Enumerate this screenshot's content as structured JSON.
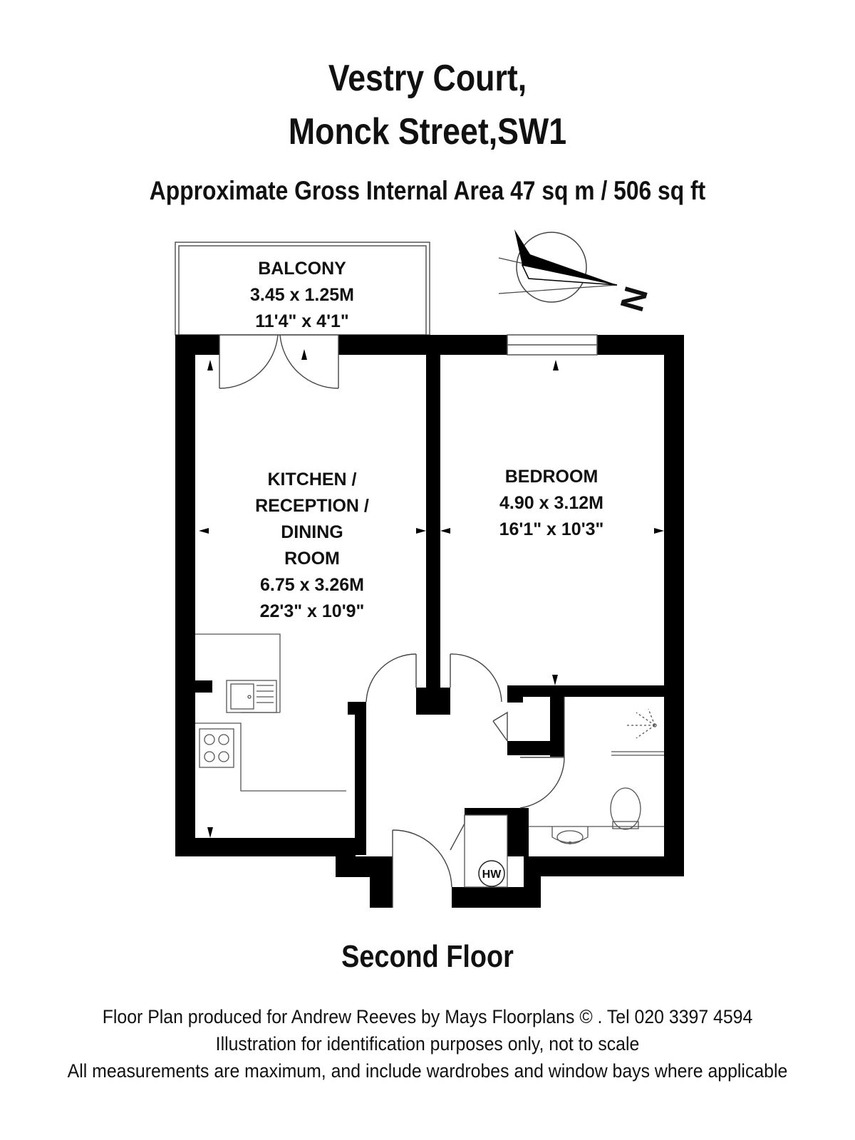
{
  "header": {
    "title_line1": "Vestry Court,",
    "title_line2": "Monck Street,SW1",
    "area": "Approximate Gross Internal Area 47 sq m  /  506 sq ft"
  },
  "compass": {
    "north_label": "N"
  },
  "rooms": {
    "balcony": {
      "name": "BALCONY",
      "metric": "3.45 x 1.25M",
      "imperial": "11'4\" x 4'1\""
    },
    "kitchen": {
      "name_line1": "KITCHEN /",
      "name_line2": "RECEPTION /",
      "name_line3": "DINING",
      "name_line4": "ROOM",
      "metric": "6.75 x 3.26M",
      "imperial": "22'3\" x 10'9\""
    },
    "bedroom": {
      "name": "BEDROOM",
      "metric": "4.90 x 3.12M",
      "imperial": "16'1\" x 10'3\""
    },
    "cupboard": {
      "label": "HW"
    }
  },
  "floor_label": "Second Floor",
  "footer": {
    "line1": "Floor Plan produced for Andrew Reeves by Mays Floorplans  © . Tel 020 3397 4594",
    "line2": "Illustration for identification purposes only, not to scale",
    "line3": "All measurements are maximum, and include wardrobes and window bays where applicable"
  },
  "colors": {
    "wall": "#000000",
    "line": "#555555",
    "background": "#ffffff"
  }
}
